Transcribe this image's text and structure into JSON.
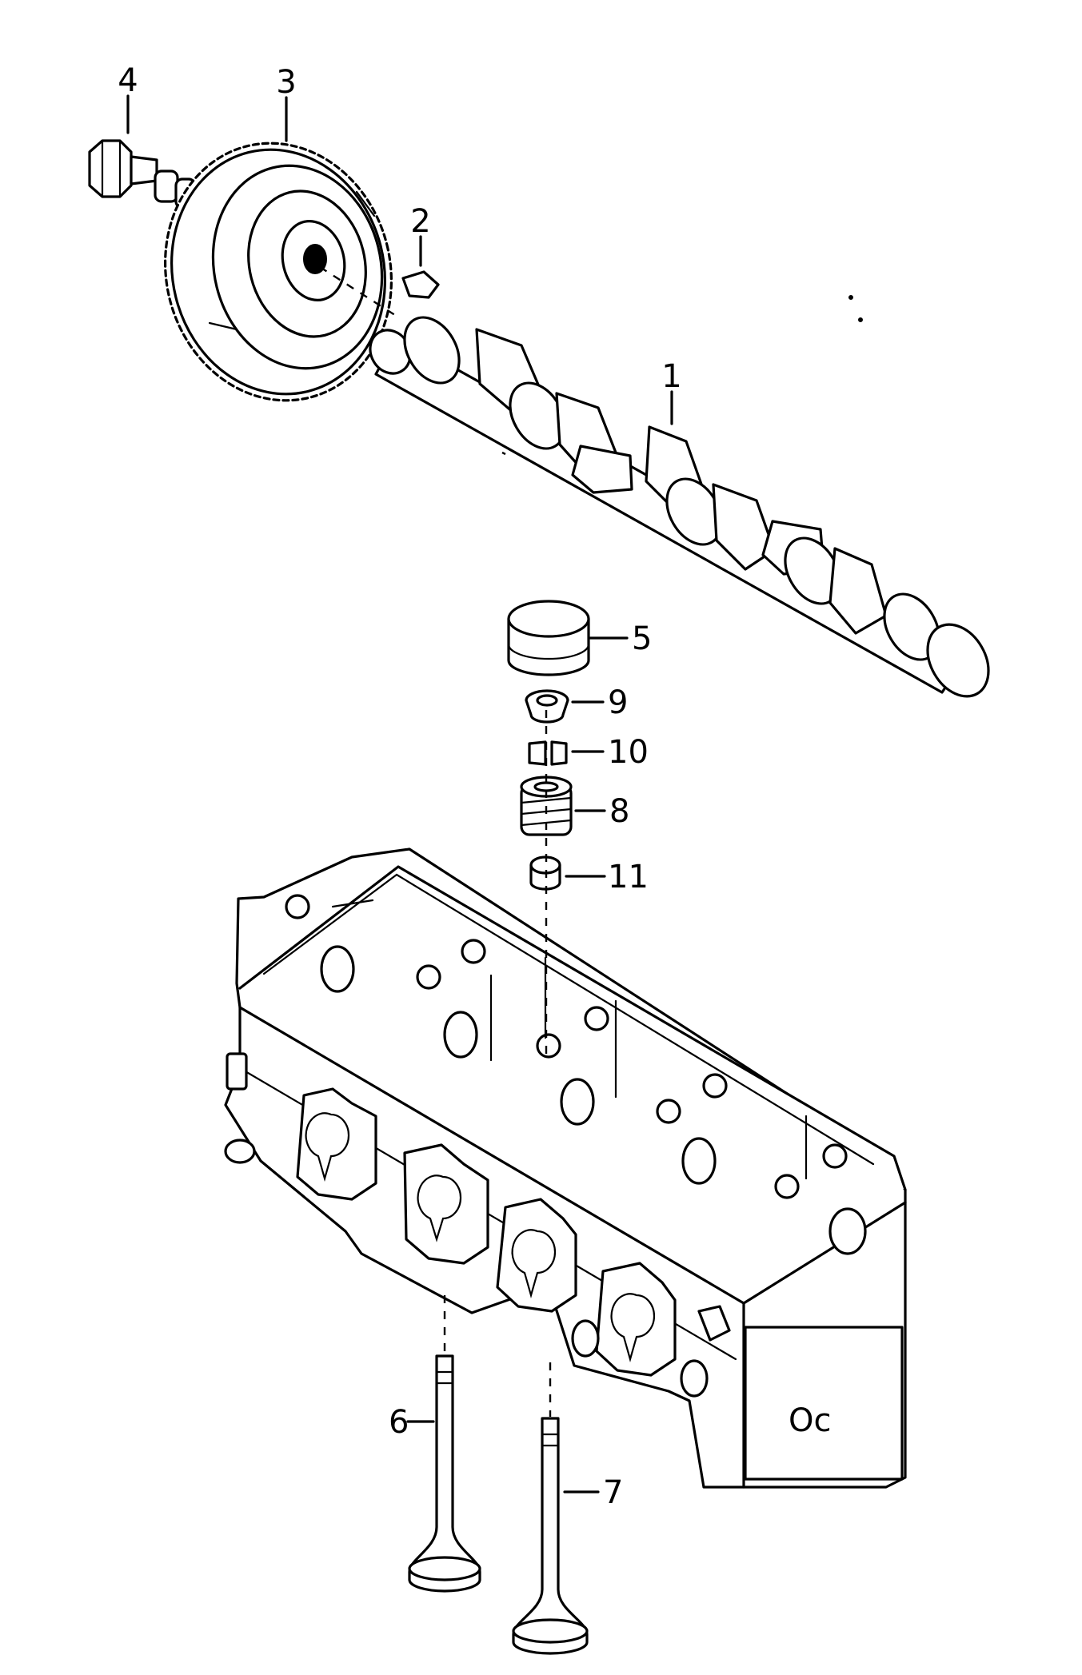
{
  "callouts": [
    {
      "id": "1",
      "label": "1"
    },
    {
      "id": "2",
      "label": "2"
    },
    {
      "id": "3",
      "label": "3"
    },
    {
      "id": "4",
      "label": "4"
    },
    {
      "id": "5",
      "label": "5"
    },
    {
      "id": "6",
      "label": "6"
    },
    {
      "id": "7",
      "label": "7"
    },
    {
      "id": "8",
      "label": "8"
    },
    {
      "id": "9",
      "label": "9"
    },
    {
      "id": "10",
      "label": "10"
    },
    {
      "id": "11",
      "label": "11"
    }
  ],
  "casting_mark": "Oc",
  "colors": {
    "line": "#000000",
    "background": "#ffffff"
  }
}
